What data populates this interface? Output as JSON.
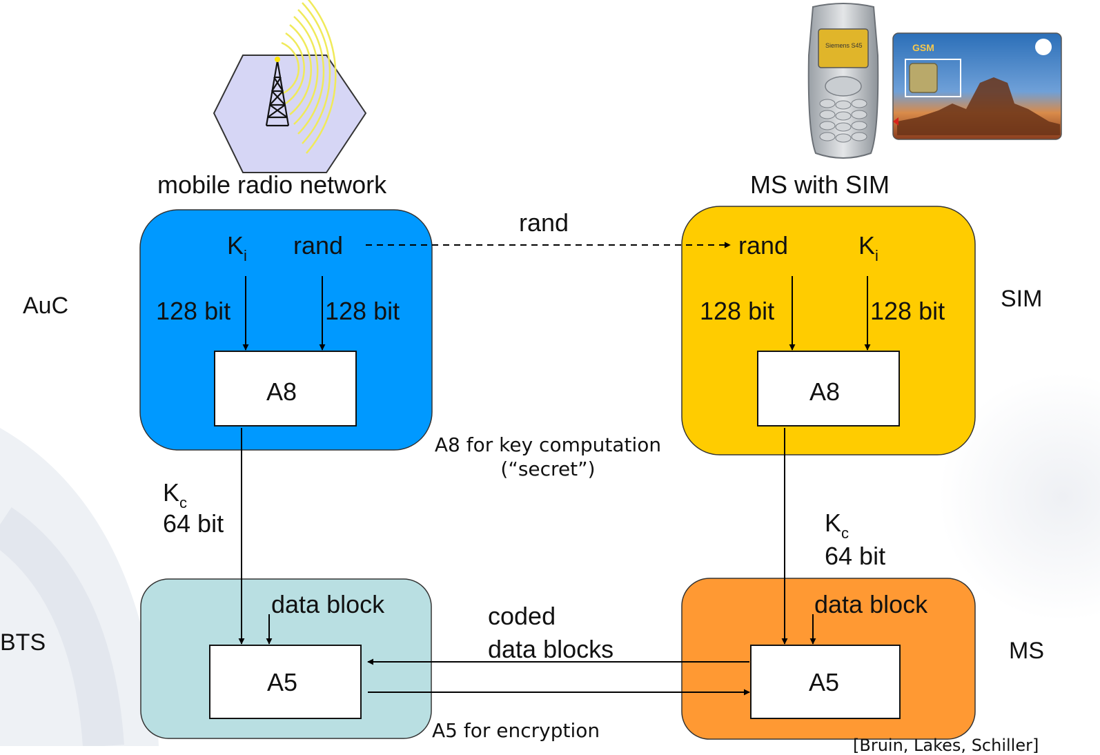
{
  "top": {
    "network_label": "mobile radio network",
    "ms_label": "MS with SIM"
  },
  "side_labels": {
    "auc": "AuC",
    "sim": "SIM",
    "bts": "BTS",
    "ms": "MS"
  },
  "auc_box": {
    "key_letter": "K",
    "key_sub": "i",
    "rand": "rand",
    "left_bits": "128 bit",
    "right_bits": "128 bit",
    "algo": "A8"
  },
  "sim_box": {
    "rand": "rand",
    "key_letter": "K",
    "key_sub": "i",
    "left_bits": "128 bit",
    "right_bits": "128 bit",
    "algo": "A8"
  },
  "transfer": {
    "rand_label": "rand"
  },
  "notes": {
    "a8_line1": "A8 for key computation",
    "a8_line2": "(“secret”)",
    "a5": "A5 for encryption",
    "citation": "[Bruin, Lakes, Schiller]"
  },
  "kc_left": {
    "letter": "K",
    "sub": "c",
    "bits": "64 bit"
  },
  "kc_right": {
    "letter": "K",
    "sub": "c",
    "bits": "64 bit"
  },
  "bts_box": {
    "data_block": "data block",
    "algo": "A5"
  },
  "ms_box": {
    "data_block": "data block",
    "algo": "A5"
  },
  "coded": {
    "line1": "coded",
    "line2": "data blocks"
  },
  "phone_screen_text": "Siemens S45",
  "sim_card_text": "GSM",
  "colors": {
    "auc_fill": "#0099ff",
    "sim_fill": "#ffcc00",
    "bts_fill": "#b9dfe2",
    "ms_fill": "#ff9933",
    "hexagon_fill": "#d6d6f5",
    "radio_waves": "#f0ea5a"
  }
}
